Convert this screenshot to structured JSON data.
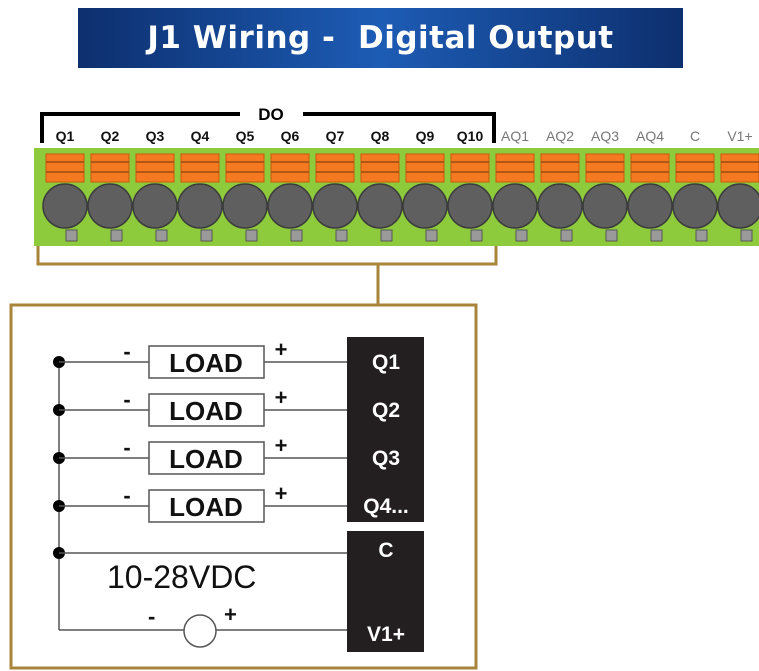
{
  "title": "J1 Wiring -  Digital Output",
  "colors": {
    "banner": "#1a4fa0",
    "terminal_green": "#8ecb3c",
    "lever_orange": "#f47920",
    "screw_grey": "#5f5f5f",
    "connector_line": "#a8853a",
    "terminal_block": "#231f20"
  },
  "do_group_label": "DO",
  "terminals": [
    "Q1",
    "Q2",
    "Q3",
    "Q4",
    "Q5",
    "Q6",
    "Q7",
    "Q8",
    "Q9",
    "Q10",
    "AQ1",
    "AQ2",
    "AQ3",
    "AQ4",
    "C",
    "V1+"
  ],
  "loads": [
    {
      "label": "LOAD",
      "neg": "-",
      "pos": "+",
      "output": "Q1"
    },
    {
      "label": "LOAD",
      "neg": "-",
      "pos": "+",
      "output": "Q2"
    },
    {
      "label": "LOAD",
      "neg": "-",
      "pos": "+",
      "output": "Q3"
    },
    {
      "label": "LOAD",
      "neg": "-",
      "pos": "+",
      "output": "Q4..."
    }
  ],
  "supply": {
    "voltage": "10-28VDC",
    "neg": "-",
    "pos": "+"
  },
  "common_label": "C",
  "v1_label": "V1+"
}
